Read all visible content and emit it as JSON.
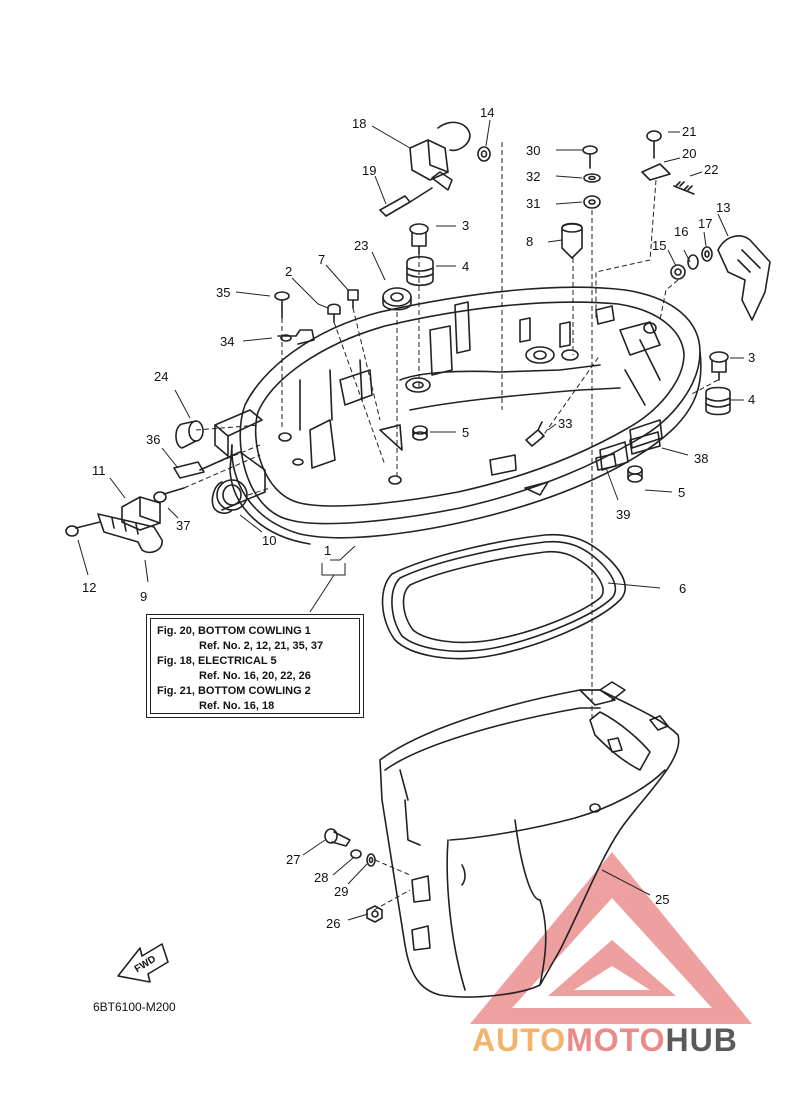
{
  "diagram_code": "6BT6100-M200",
  "fwd_label": "FWD",
  "callouts": [
    "1",
    "2",
    "3",
    "3",
    "4",
    "4",
    "5",
    "5",
    "6",
    "7",
    "8",
    "9",
    "10",
    "11",
    "12",
    "13",
    "14",
    "15",
    "16",
    "17",
    "18",
    "19",
    "20",
    "21",
    "22",
    "23",
    "24",
    "25",
    "26",
    "27",
    "28",
    "29",
    "30",
    "31",
    "32",
    "33",
    "34",
    "35",
    "36",
    "37",
    "38",
    "39"
  ],
  "reference_notes": [
    "Fig. 20, BOTTOM COWLING 1",
    "Ref. No. 2, 12, 21, 35, 37",
    "Fig. 18, ELECTRICAL 5",
    "Ref. No. 16, 20, 22, 26",
    "Fig. 21, BOTTOM COWLING 2",
    "Ref. No. 16, 18"
  ],
  "watermark": {
    "part1": "AUTO",
    "part2": "MOTO",
    "part3": "HUB"
  },
  "colors": {
    "line": "#222222",
    "watermark_red": "#e98484",
    "watermark_orange": "#f3b36b",
    "watermark_gray": "#5a5a5a"
  }
}
